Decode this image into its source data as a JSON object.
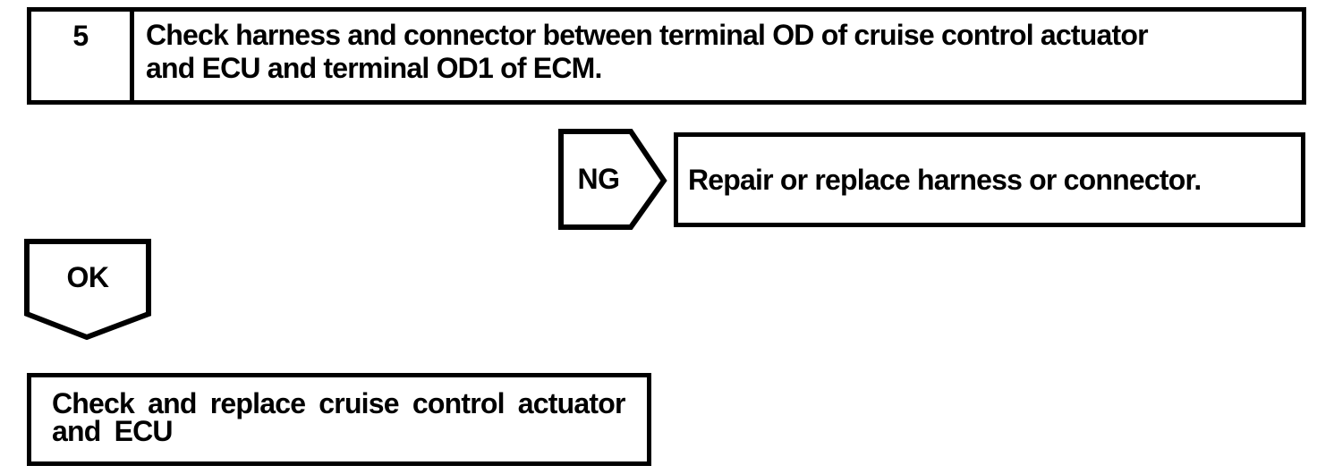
{
  "page": {
    "paper_color": "#ffffff",
    "ink_color": "#000000"
  },
  "flowchart": {
    "step_box": {
      "number": "5",
      "lines": [
        "Check harness and connector between terminal OD of cruise control actuator",
        "and ECU and terminal OD1 of ECM."
      ]
    },
    "ng_branch": {
      "connector_label": "NG",
      "action": "Repair or replace harness or connector."
    },
    "ok_branch": {
      "connector_label": "OK"
    },
    "result_box": {
      "lines": [
        "Check and replace cruise control actuator",
        "and ECU"
      ]
    }
  }
}
